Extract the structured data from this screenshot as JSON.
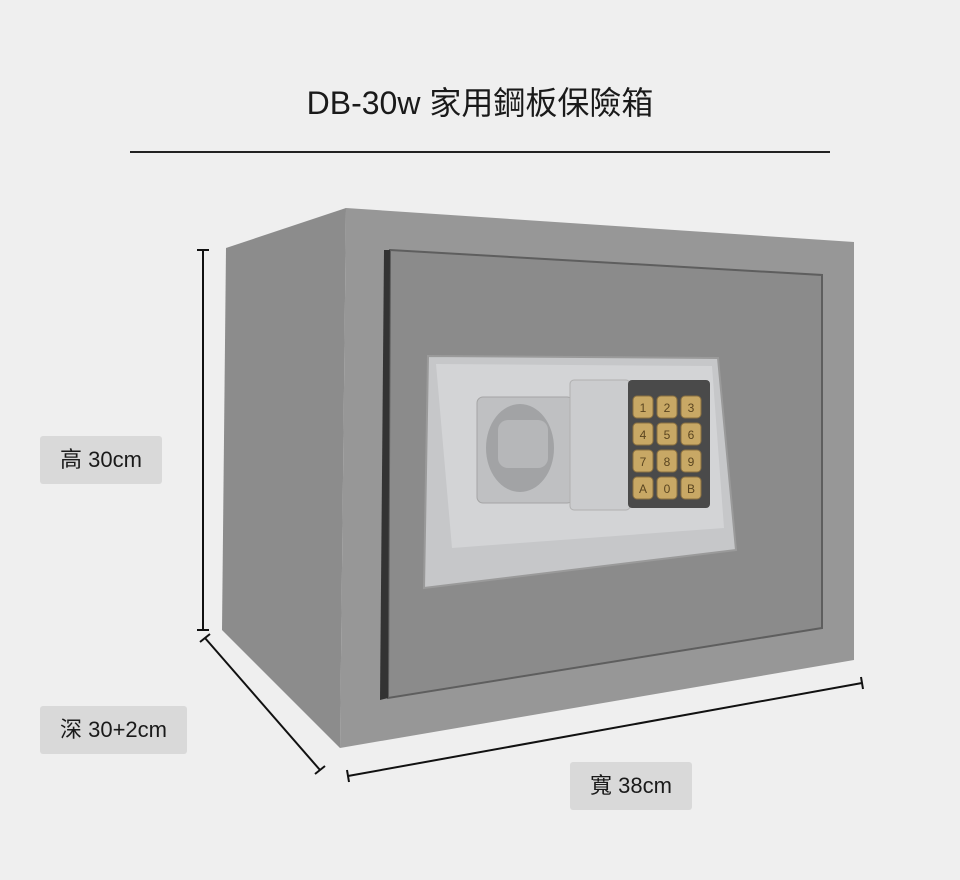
{
  "title": "DB-30w 家用鋼板保險箱",
  "dimensions": {
    "height": "高 30cm",
    "depth": "深 30+2cm",
    "width": "寬 38cm"
  },
  "keypad": {
    "keys": [
      "1",
      "2",
      "3",
      "4",
      "5",
      "6",
      "7",
      "8",
      "9",
      "A",
      "0",
      "B"
    ],
    "key_color": "#c8a865"
  },
  "colors": {
    "body": "#8f8f8f",
    "door": "#8a8a8a",
    "panel": "#c8c9cb"
  }
}
